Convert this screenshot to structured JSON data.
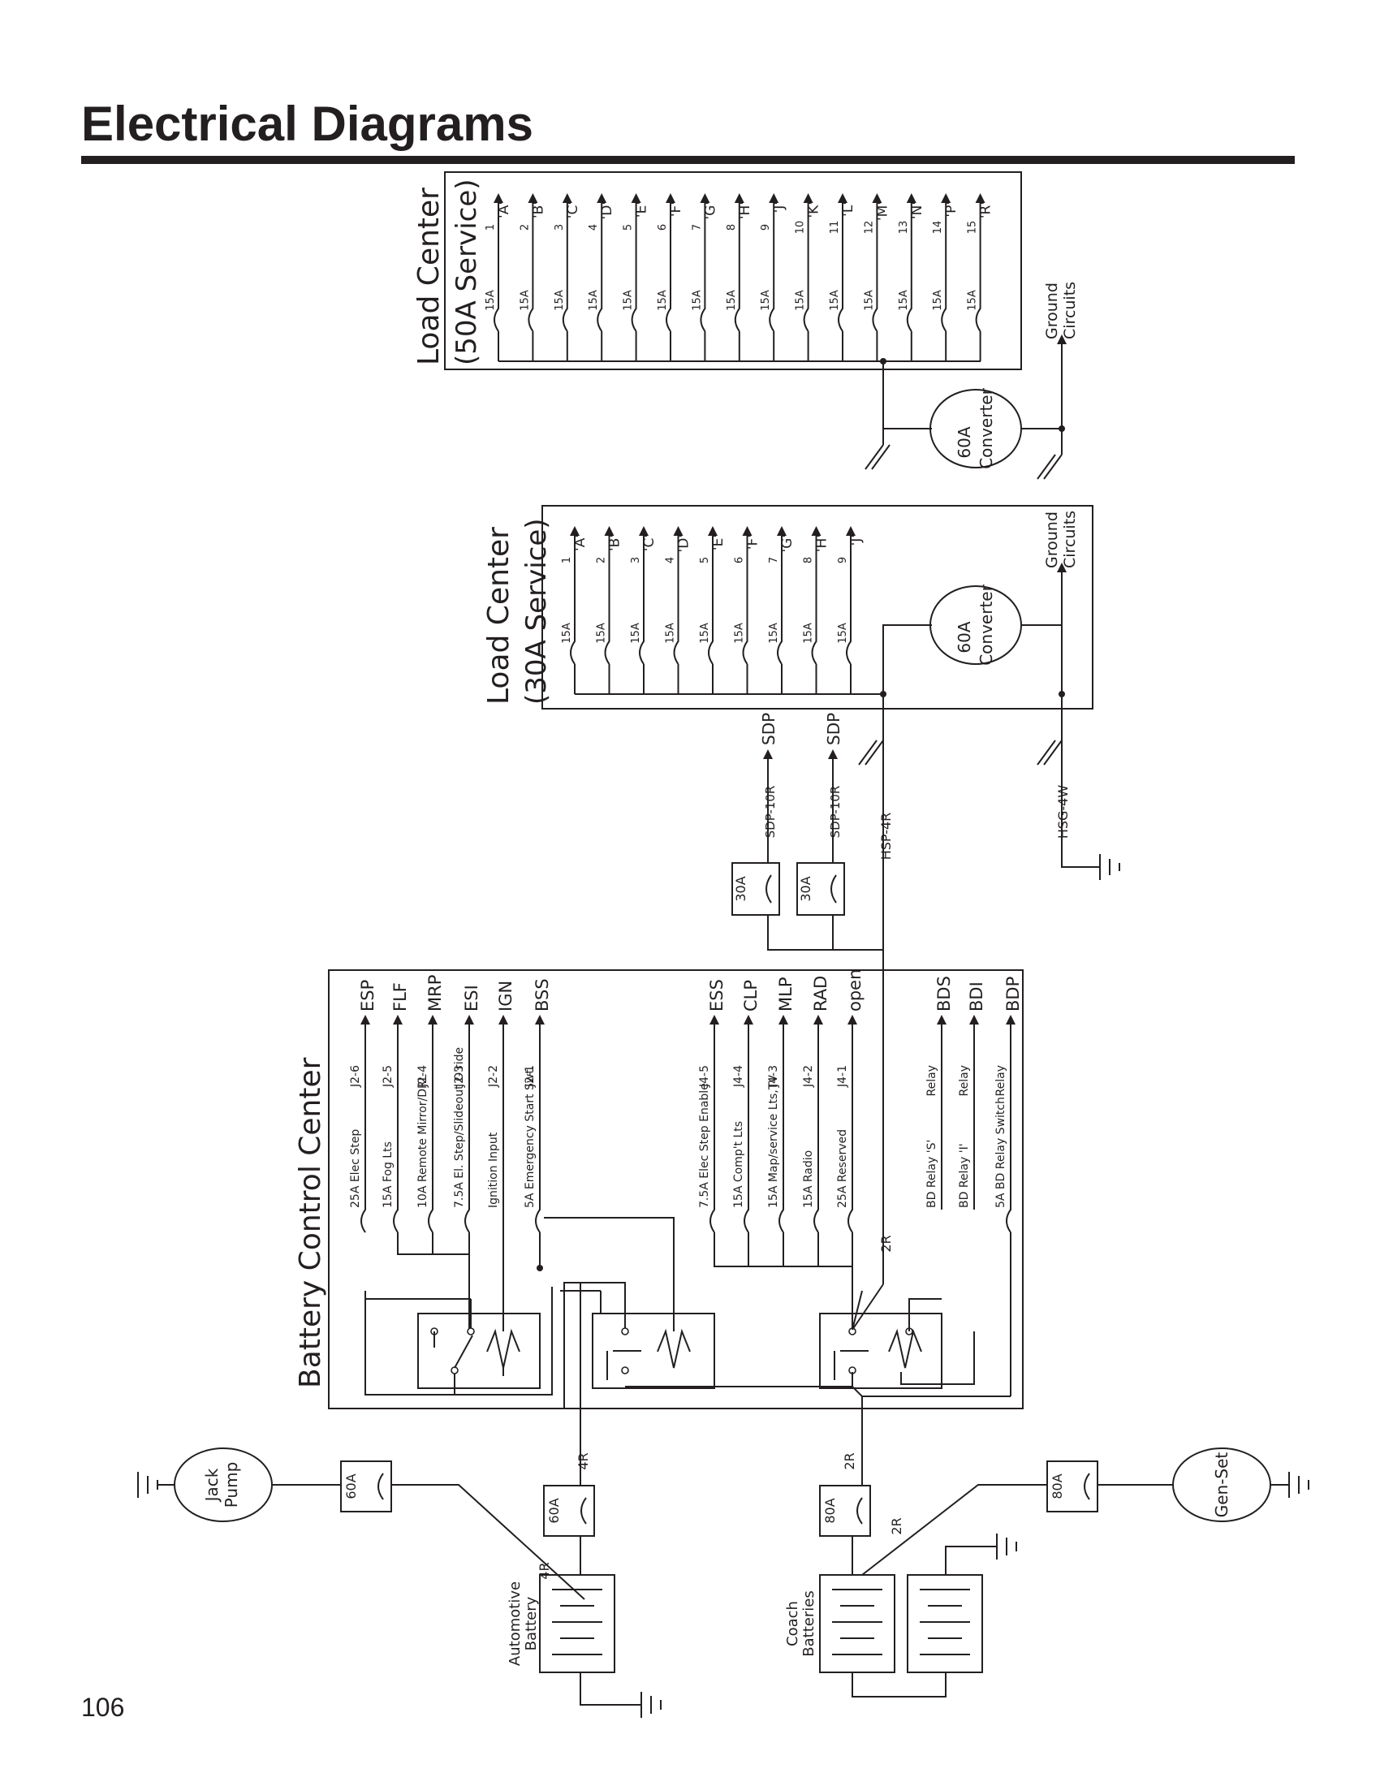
{
  "page": {
    "title": "Electrical Diagrams",
    "page_number": "106",
    "ink_color": "#231f20"
  },
  "load_center_50": {
    "title": "Load Center",
    "subtitle": "(50A Service)",
    "breakers": [
      {
        "num": "1",
        "rating": "15A",
        "circuit": "'A'"
      },
      {
        "num": "2",
        "rating": "15A",
        "circuit": "'B'"
      },
      {
        "num": "3",
        "rating": "15A",
        "circuit": "'C'"
      },
      {
        "num": "4",
        "rating": "15A",
        "circuit": "'D'"
      },
      {
        "num": "5",
        "rating": "15A",
        "circuit": "'E'"
      },
      {
        "num": "6",
        "rating": "15A",
        "circuit": "'F'"
      },
      {
        "num": "7",
        "rating": "15A",
        "circuit": "'G'"
      },
      {
        "num": "8",
        "rating": "15A",
        "circuit": "'H'"
      },
      {
        "num": "9",
        "rating": "15A",
        "circuit": "'J'"
      },
      {
        "num": "10",
        "rating": "15A",
        "circuit": "'K'"
      },
      {
        "num": "11",
        "rating": "15A",
        "circuit": "'L'"
      },
      {
        "num": "12",
        "rating": "15A",
        "circuit": "'M'"
      },
      {
        "num": "13",
        "rating": "15A",
        "circuit": "'N'"
      },
      {
        "num": "14",
        "rating": "15A",
        "circuit": "'P'"
      },
      {
        "num": "15",
        "rating": "15A",
        "circuit": "'R'"
      }
    ],
    "converter": {
      "rating": "60A",
      "label": "Converter"
    },
    "ground_label": {
      "line1": "Ground",
      "line2": "Circuits"
    }
  },
  "load_center_30": {
    "title": "Load Center",
    "subtitle": "(30A Service)",
    "breakers": [
      {
        "num": "1",
        "rating": "15A",
        "circuit": "'A'"
      },
      {
        "num": "2",
        "rating": "15A",
        "circuit": "'B'"
      },
      {
        "num": "3",
        "rating": "15A",
        "circuit": "'C'"
      },
      {
        "num": "4",
        "rating": "15A",
        "circuit": "'D'"
      },
      {
        "num": "5",
        "rating": "15A",
        "circuit": "'E'"
      },
      {
        "num": "6",
        "rating": "15A",
        "circuit": "'F'"
      },
      {
        "num": "7",
        "rating": "15A",
        "circuit": "'G'"
      },
      {
        "num": "8",
        "rating": "15A",
        "circuit": "'H'"
      },
      {
        "num": "9",
        "rating": "15A",
        "circuit": "'J'"
      }
    ],
    "converter": {
      "rating": "60A",
      "label": "Converter"
    },
    "ground_label": {
      "line1": "Ground",
      "line2": "Circuits"
    }
  },
  "wires": {
    "sdp_wire": "SDP-10R",
    "sdp_target": "SDP",
    "hot_wire": "HSP-4R",
    "ground_wire": "HSG-4W",
    "two_r": "2R",
    "four_r": "4R"
  },
  "fuses": {
    "sdp_1": "30A",
    "sdp_2": "30A",
    "jack": "60A",
    "auto": "60A",
    "coach": "80A",
    "gen": "80A"
  },
  "bcc": {
    "title": "Battery Control Center",
    "circuits": [
      {
        "label": "25A Elec Step",
        "pin": "J2-6",
        "code": "ESP"
      },
      {
        "label": "15A Fog Lts",
        "pin": "J2-5",
        "code": "FLF"
      },
      {
        "label": "10A Remote Mirror/DRL",
        "pin": "J2-4",
        "code": "MRP"
      },
      {
        "label": "7.5A El. Step/Slideout O'ride",
        "pin": "J2-3",
        "code": "ESI"
      },
      {
        "label": "Ignition Input",
        "pin": "J2-2",
        "code": "IGN"
      },
      {
        "label": "5A Emergency Start Swt.",
        "pin": "J2-1",
        "code": "BSS"
      },
      {
        "label": "7.5A Elec Step Enable",
        "pin": "J4-5",
        "code": "ESS"
      },
      {
        "label": "15A Comp't Lts",
        "pin": "J4-4",
        "code": "CLP"
      },
      {
        "label": "15A Map/service Lts,TV",
        "pin": "J4-3",
        "code": "MLP"
      },
      {
        "label": "15A Radio",
        "pin": "J4-2",
        "code": "RAD"
      },
      {
        "label": "25A Reserved",
        "pin": "J4-1",
        "code": "open"
      },
      {
        "label": "BD Relay 'S'",
        "pin": "Relay",
        "code": "BDS"
      },
      {
        "label": "BD Relay 'I'",
        "pin": "Relay",
        "code": "BDI"
      },
      {
        "label": "5A BD Relay Switch",
        "pin": "Relay",
        "code": "BDP"
      }
    ]
  },
  "bottom": {
    "jack_pump": {
      "line1": "Jack",
      "line2": "Pump"
    },
    "gen_set": "Gen-Set",
    "auto_battery": {
      "line1": "Automotive",
      "line2": "Battery"
    },
    "coach_batteries": {
      "line1": "Coach",
      "line2": "Batteries"
    }
  }
}
